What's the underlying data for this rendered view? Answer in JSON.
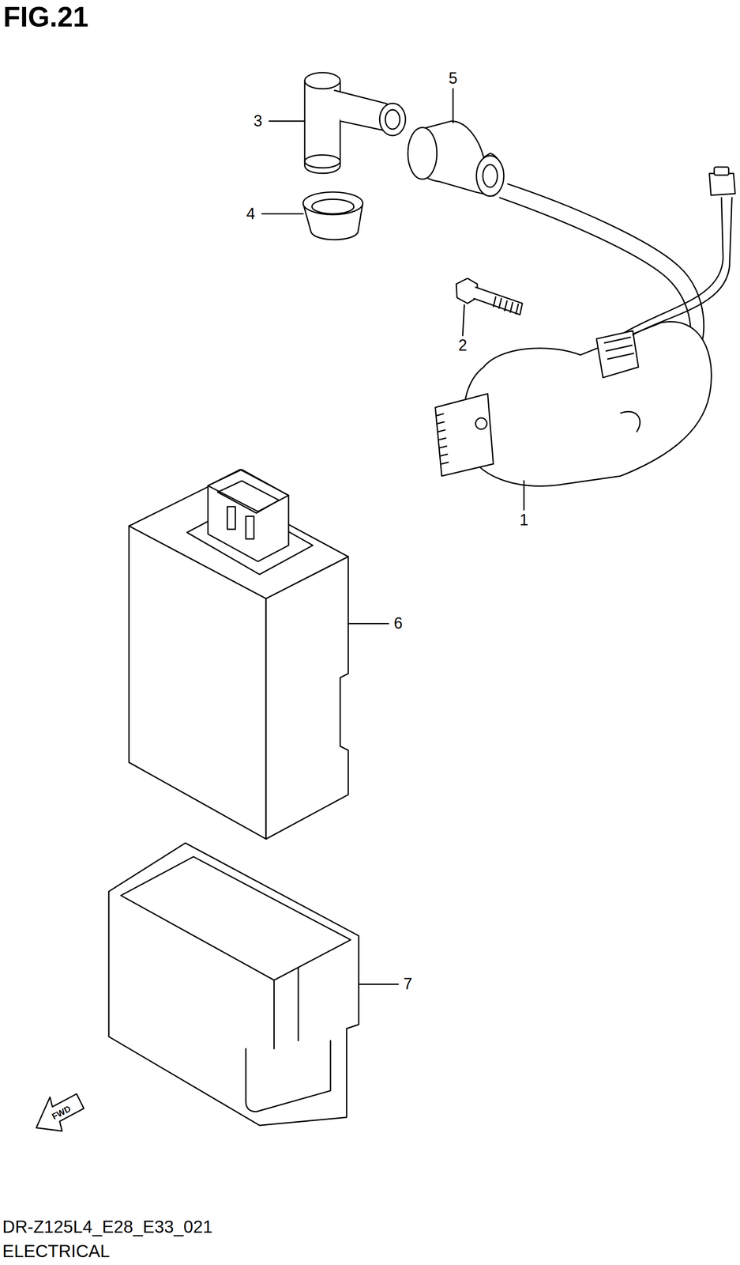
{
  "diagram": {
    "title": "FIG.21",
    "labels": [
      "3",
      "4",
      "5",
      "2",
      "1",
      "6",
      "7",
      "FWD",
      "DR-Z125L4_E28_E33_021",
      "ELECTRICAL"
    ]
  }
}
